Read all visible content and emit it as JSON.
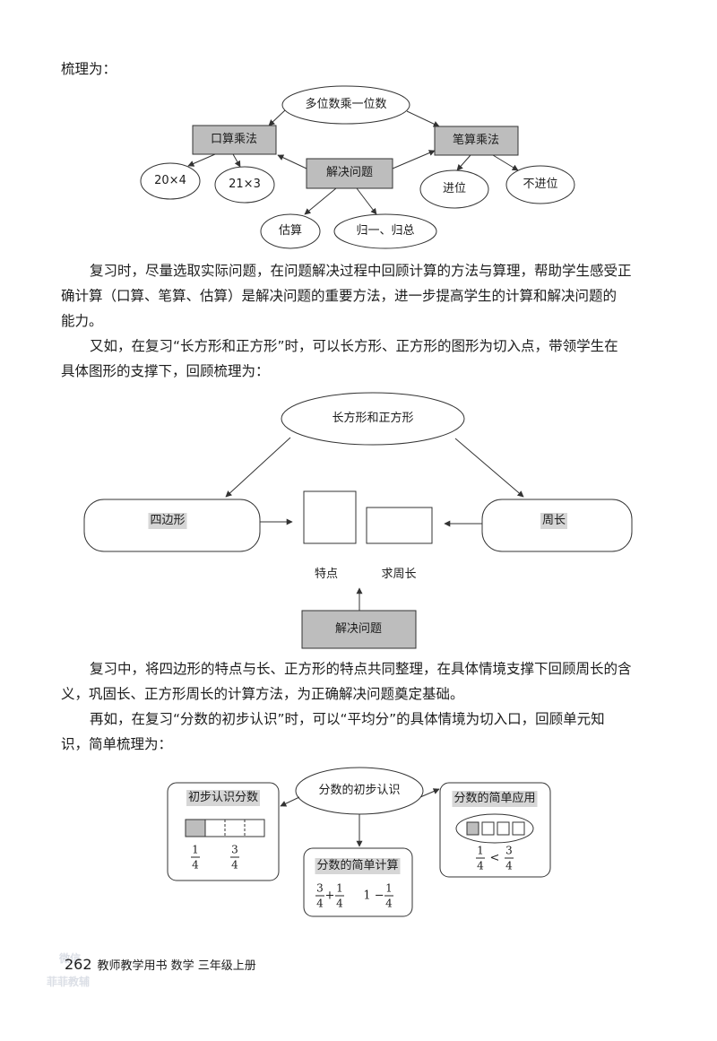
{
  "text": {
    "p1": "梳理为：",
    "p2a": "复习时，尽量选取实际问题，在问题解决过程中回顾计算的方法与算理，帮助学生感受正",
    "p2b": "确计算（口算、笔算、估算）是解决问题的重要方法，进一步提高学生的计算和解决问题的",
    "p2c": "能力。",
    "p3a": "又如，在复习“长方形和正方形”时，可以长方形、正方形的图形为切入点，带领学生在",
    "p3b": "具体图形的支撑下，回顾梳理为：",
    "p4a": "复习中，将四边形的特点与长、正方形的特点共同整理，在具体情境支撑下回顾周长的含",
    "p4b": "义，巩固长、正方形周长的计算方法，为正确解决问题奠定基础。",
    "p5a": "再如，在复习“分数的初步认识”时，可以“平均分”的具体情境为切入口，回顾单元知",
    "p5b": "识，简单梳理为："
  },
  "diagram1": {
    "center": "多位数乘一位数",
    "oral": "口算乘法",
    "written": "笔算乘法",
    "solve": "解决问题",
    "ex1": "20×4",
    "ex2": "21×3",
    "carry": "进位",
    "nocarry": "不进位",
    "estimate": "估算",
    "unitize": "归一、归总"
  },
  "diagram2": {
    "center": "长方形和正方形",
    "quad": "四边形",
    "perimeter": "周长",
    "feature": "特点",
    "findper": "求周长",
    "solve": "解决问题"
  },
  "diagram3": {
    "center": "分数的初步认识",
    "left_title": "初步认识分数",
    "right_title": "分数的简单应用",
    "bottom_title": "分数的简单计算",
    "one": "1",
    "three": "3",
    "four": "4",
    "plus": "+",
    "minus": "1 −",
    "less": "<"
  },
  "footer": {
    "page": "262",
    "book": "教师教学用书  数学  三年级上册"
  },
  "watermark": {
    "line1": "微信",
    "line2": "菲菲教辅"
  },
  "colors": {
    "shaded_box": "#bdbdbd",
    "stroke": "#333333"
  }
}
